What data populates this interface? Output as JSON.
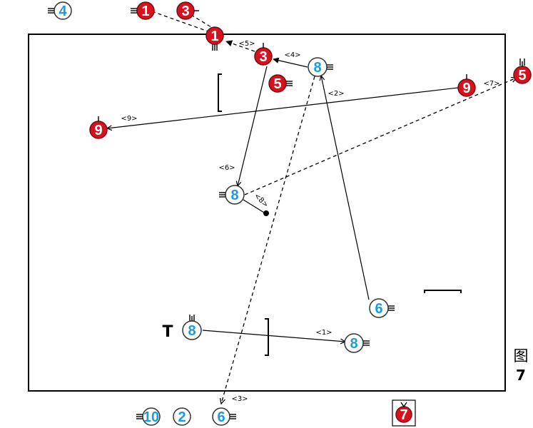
{
  "figure": {
    "label_cn": "图",
    "label_no": "7"
  },
  "colors": {
    "red_player": "#d7121f",
    "blue_player": "#1a9be0",
    "line": "#000000"
  },
  "players": [
    {
      "id": "red-1-top",
      "team": "red",
      "number": "1"
    },
    {
      "id": "red-3-top",
      "team": "red",
      "number": "3"
    },
    {
      "id": "red-1-goal",
      "team": "red",
      "number": "1"
    },
    {
      "id": "red-3",
      "team": "red",
      "number": "3"
    },
    {
      "id": "red-5",
      "team": "red",
      "number": "5"
    },
    {
      "id": "red-9-right",
      "team": "red",
      "number": "9"
    },
    {
      "id": "red-5-outside",
      "team": "red",
      "number": "5"
    },
    {
      "id": "red-9-left",
      "team": "red",
      "number": "9"
    },
    {
      "id": "red-7-bench",
      "team": "red",
      "number": "7"
    },
    {
      "id": "blue-4-top",
      "team": "blue",
      "number": "4"
    },
    {
      "id": "blue-8-top",
      "team": "blue",
      "number": "8"
    },
    {
      "id": "blue-8-mid",
      "team": "blue",
      "number": "8"
    },
    {
      "id": "blue-8-left",
      "team": "blue",
      "number": "8"
    },
    {
      "id": "blue-6",
      "team": "blue",
      "number": "6"
    },
    {
      "id": "blue-8-right",
      "team": "blue",
      "number": "8"
    },
    {
      "id": "blue-10-bench",
      "team": "blue",
      "number": "10"
    },
    {
      "id": "blue-2-bench",
      "team": "blue",
      "number": "2"
    },
    {
      "id": "blue-6-bench",
      "team": "blue",
      "number": "6"
    }
  ],
  "steps": [
    "<1>",
    "<2>",
    "<3>",
    "<4>",
    "<5>",
    "<6>",
    "<7>",
    "<8>",
    "<9>"
  ],
  "timeout_marker": "T"
}
